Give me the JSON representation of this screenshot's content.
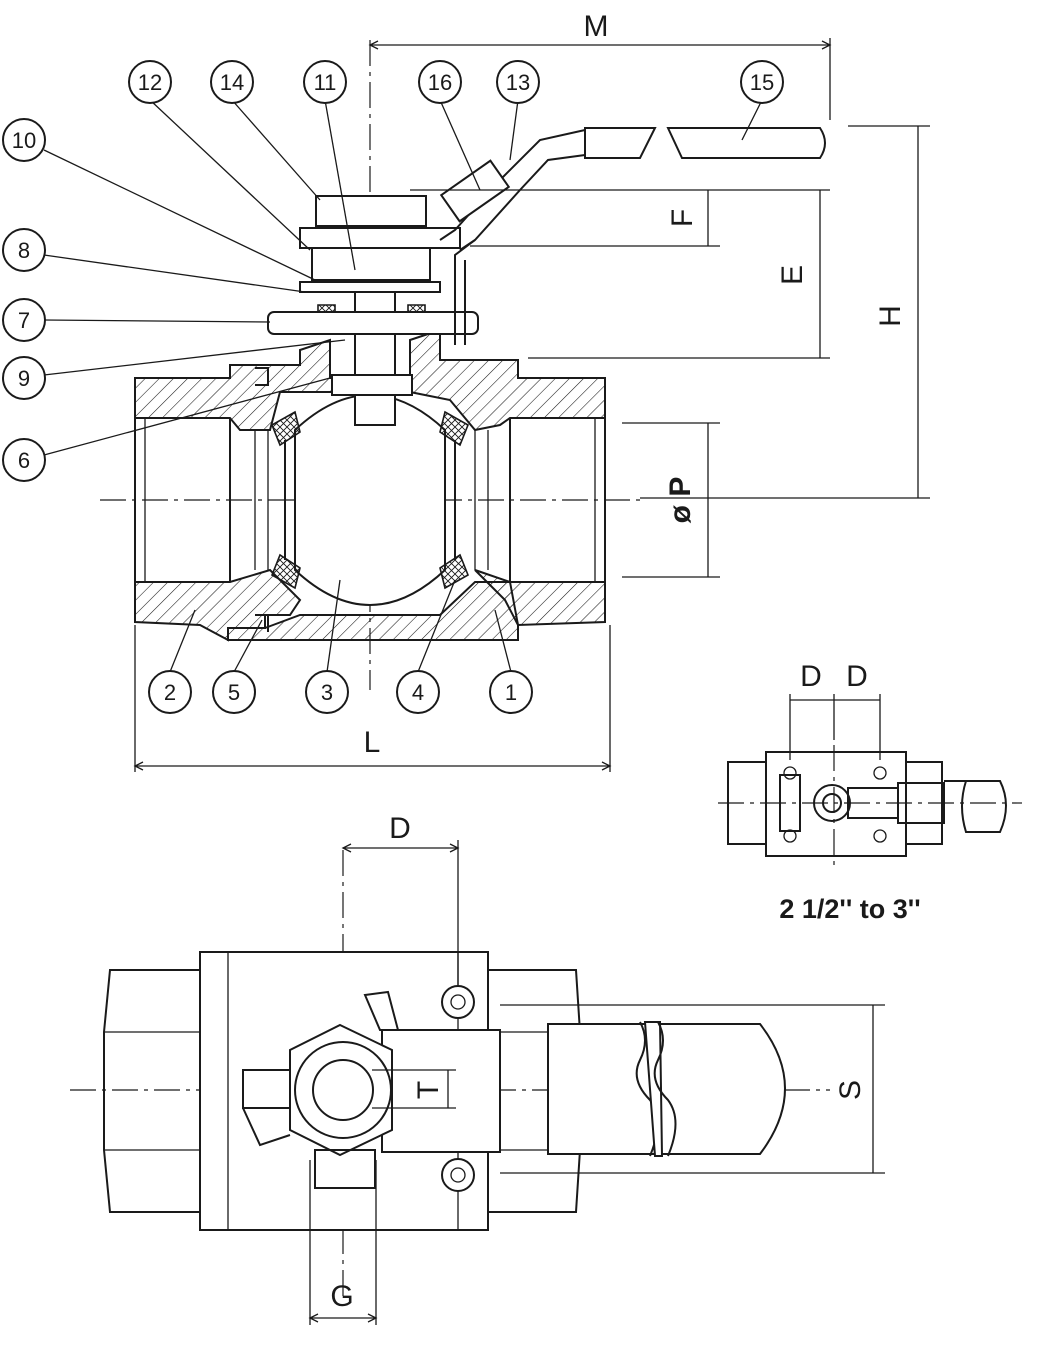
{
  "section_view": {
    "part_numbers": [
      "1",
      "2",
      "3",
      "4",
      "5",
      "6",
      "7",
      "8",
      "9",
      "10",
      "11",
      "12",
      "13",
      "14",
      "15",
      "16"
    ],
    "dimensions": {
      "M": "M",
      "F": "F",
      "E": "E",
      "H": "H",
      "P": "ø P",
      "L": "L"
    }
  },
  "top_view": {
    "dimensions": {
      "D": "D",
      "T": "T",
      "S": "S",
      "G": "G"
    }
  },
  "inset_view": {
    "dimensions": {
      "D1": "D",
      "D2": "D"
    },
    "caption": "2 1/2'' to 3''"
  }
}
